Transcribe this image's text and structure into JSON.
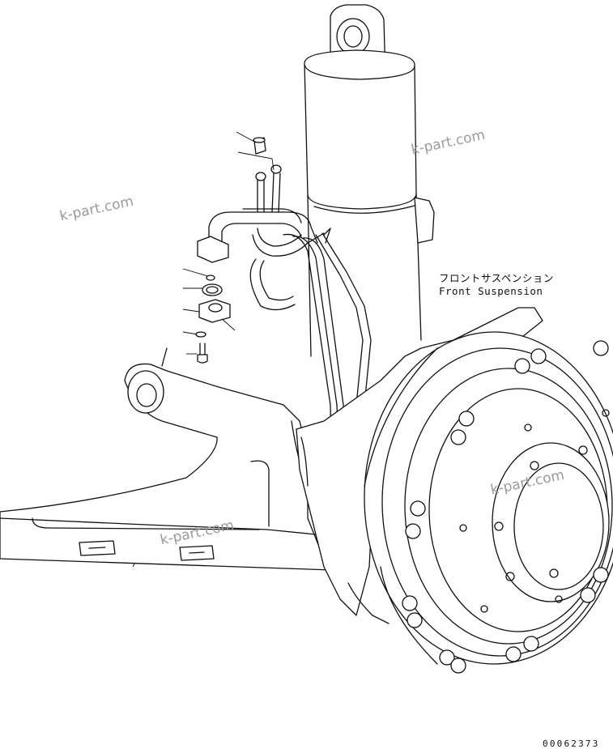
{
  "labels": {
    "jp": "フロントサスペンション",
    "en": "Front Suspension"
  },
  "watermarks": [
    "k-part.com",
    "k-part.com",
    "k-part.com",
    "k-part.com"
  ],
  "drawing_code": "00062373"
}
